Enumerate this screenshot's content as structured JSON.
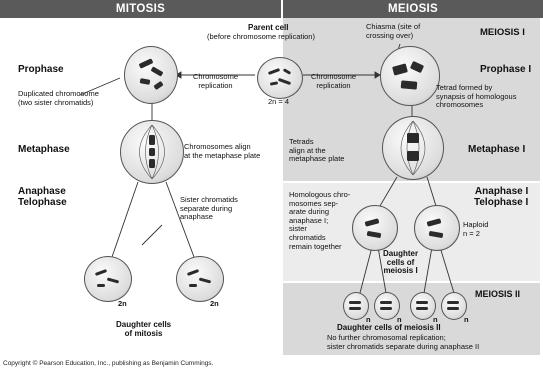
{
  "headers": {
    "mitosis": "MITOSIS",
    "meiosis": "MEIOSIS"
  },
  "meiosis_labels": {
    "meiosis1": "MEIOSIS I",
    "meiosis2": "MEIOSIS II"
  },
  "stages": {
    "prophase": "Prophase",
    "metaphase": "Metaphase",
    "anaphase_telophase": "Anaphase\nTelophase",
    "prophase_i": "Prophase I",
    "metaphase_i": "Metaphase I",
    "anaphase_telophase_i": "Anaphase I\nTelophase I"
  },
  "labels": {
    "parent_cell": "Parent cell",
    "parent_cell_sub": "(before chromosome replication)",
    "two_n_4": "2n = 4",
    "chromosome_replication_left": "Chromosome\nreplication",
    "chromosome_replication_right": "Chromosome\nreplication",
    "chiasma": "Chiasma (site of\ncrossing over)",
    "duplicated_chromosome": "Duplicated chromosome\n(two sister chromatids)",
    "tetrad": "Tetrad formed by\nsynapsis of homologous\nchromosomes",
    "chromosomes_align": "Chromosomes align\nat the metaphase plate",
    "tetrads_align": "Tetrads\nalign at the\nmetaphase plate",
    "sister_separate": "Sister chromatids\nseparate during\nanaphase",
    "homologous_separate": "Homologous chro-\nmosomes sep-\narate during\nanaphase I;\nsister\nchromatids\nremain together",
    "haploid": "Haploid\nn = 2",
    "daughter_meiosis_i": "Daughter\ncells of\nmeiosis I",
    "two_n_a": "2n",
    "two_n_b": "2n",
    "daughter_mitosis": "Daughter cells\nof mitosis",
    "n_1": "n",
    "n_2": "n",
    "n_3": "n",
    "n_4": "n",
    "daughter_meiosis_ii": "Daughter cells of meiosis II",
    "no_further": "No further chromosomal replication;\nsister chromatids separate during anaphase II"
  },
  "copyright": "Copyright © Pearson Education, Inc., publishing as Benjamin Cummings.",
  "colors": {
    "header_bg": "#5a5a5a",
    "panel_bg": "#d9d9d9",
    "cell_fill": "#e0e0e0"
  }
}
